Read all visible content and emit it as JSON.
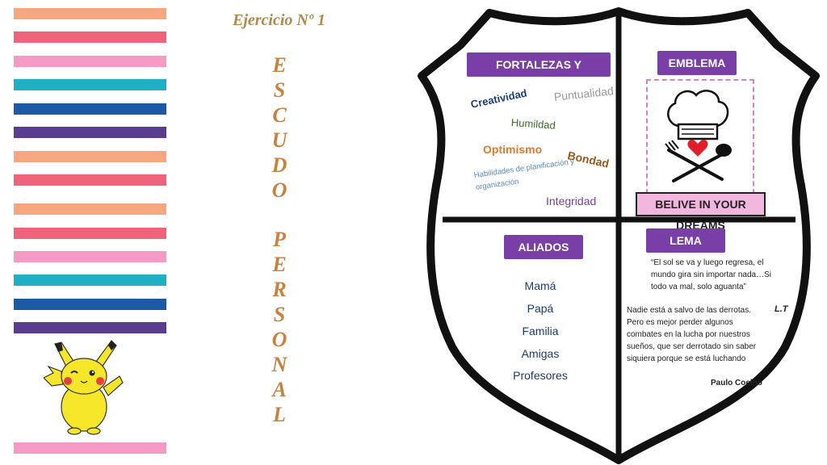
{
  "stripe_colors": [
    "#f7a77f",
    "#f0637b",
    "#f59ac4",
    "#1fb0c4",
    "#1d5aa6",
    "#5b3d8f",
    "#f7a77f",
    "#f0637b",
    "#f7a77f",
    "#f0637b",
    "#f59ac4",
    "#1fb0c4",
    "#1d5aa6",
    "#5b3d8f",
    "#f59ac4"
  ],
  "title": "Ejercicio Nº 1",
  "vertical_letters": [
    "E",
    "S",
    "C",
    "U",
    "D",
    "O",
    "",
    "P",
    "E",
    "R",
    "S",
    "O",
    "N",
    "A",
    "L"
  ],
  "shield": {
    "fortalezas": {
      "label": "FORTALEZAS Y VIRTUDES",
      "words": {
        "creatividad": "Creatividad",
        "puntualidad": "Puntualidad",
        "humildad": "Humildad",
        "optimismo": "Optimismo",
        "bondad": "Bondad",
        "habilidades": "Habilidades de planificación y organización",
        "integridad": "Integridad"
      }
    },
    "emblema": {
      "label": "EMBLEMA",
      "banner": "BELIVE IN YOUR DREAMS"
    },
    "aliados": {
      "label": "ALIADOS",
      "items": [
        "Mamá",
        "Papá",
        "Familia",
        "Amigas",
        "Profesores"
      ]
    },
    "lema": {
      "label": "LEMA",
      "quote1": "“El sol se va y luego regresa, el mundo gira sin importar nada…Si todo va mal, solo aguanta”",
      "initials": "L.T",
      "quote2": "Nadie está a salvo de las derrotas. Pero es mejor perder algunos combates en la lucha por nuestros sueños, que ser derrotado sin saber siquiera porque se está luchando",
      "author": "Paulo Coelho"
    }
  },
  "colors": {
    "badge": "#7a3fa6",
    "title": "#b08a4a",
    "vertical": "#c9813f"
  }
}
